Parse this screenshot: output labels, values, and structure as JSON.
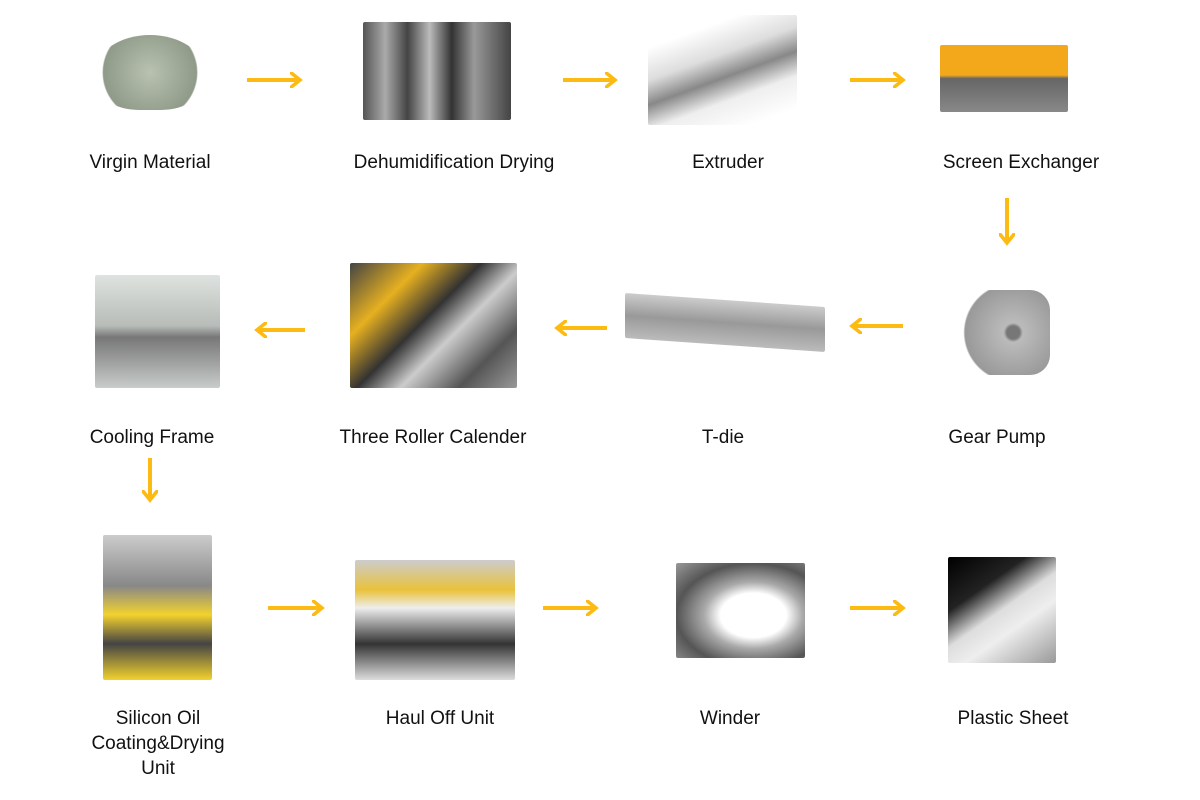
{
  "arrow_color": "#FDBA12",
  "steps": [
    {
      "label": "Virgin Material"
    },
    {
      "label": "Dehumidification Drying"
    },
    {
      "label": "Extruder"
    },
    {
      "label": "Screen Exchanger"
    },
    {
      "label": "Gear Pump"
    },
    {
      "label": "T-die"
    },
    {
      "label": "Three Roller Calender"
    },
    {
      "label": "Cooling Frame"
    },
    {
      "label": "Silicon Oil Coating&Drying Unit"
    },
    {
      "label": "Haul Off Unit"
    },
    {
      "label": "Winder"
    },
    {
      "label": "Plastic Sheet"
    }
  ]
}
